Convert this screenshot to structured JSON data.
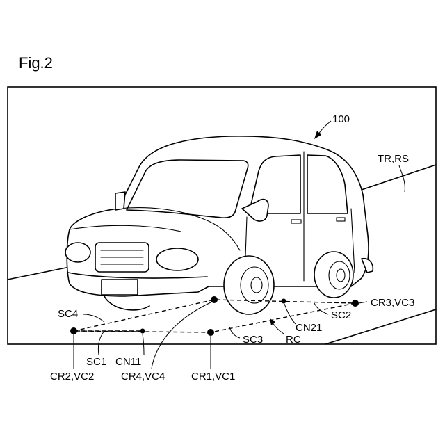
{
  "figure": {
    "title": "Fig.2",
    "reference_numeral": "100"
  },
  "labels": {
    "tr_rs": "TR,RS",
    "sc4": "SC4",
    "sc1": "SC1",
    "cn11": "CN11",
    "cr2_vc2": "CR2,VC2",
    "cr4_vc4": "CR4,VC4",
    "cr1_vc1": "CR1,VC1",
    "sc3": "SC3",
    "rc": "RC",
    "cn21": "CN21",
    "sc2": "SC2",
    "cr3_vc3": "CR3,VC3"
  }
}
